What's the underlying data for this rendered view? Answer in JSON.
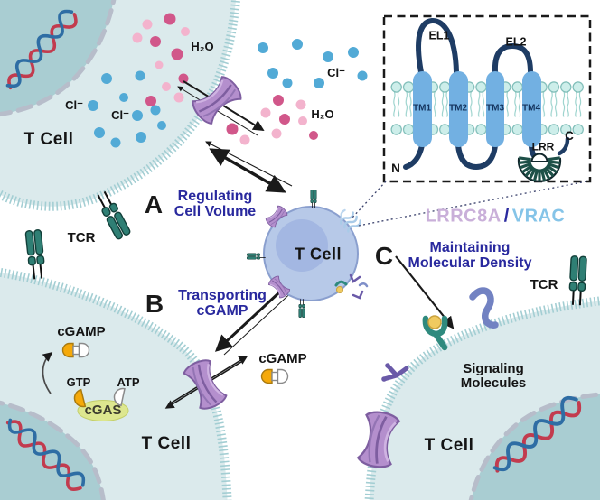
{
  "panels": {
    "a": {
      "letter": "A",
      "line1": "Regulating",
      "line2": "Cell Volume"
    },
    "b": {
      "letter": "B",
      "line1": "Transporting",
      "line2": "cGAMP"
    },
    "c": {
      "letter": "C",
      "line1": "Maintaining",
      "line2": "Molecular Density"
    }
  },
  "complex": {
    "protein": "LRRC8A",
    "slash": "/",
    "channel": "VRAC"
  },
  "cells": {
    "top_left": {
      "name": "T Cell",
      "cl_a": "Cl⁻",
      "cl_b": "Cl⁻",
      "h2o": "H₂O",
      "tcr": "TCR"
    },
    "extracellular": {
      "cl": "Cl⁻",
      "h2o": "H₂O"
    },
    "center": {
      "name": "T Cell"
    },
    "bottom_left": {
      "name": "T Cell",
      "cgamp": "cGAMP",
      "gtp": "GTP",
      "atp": "ATP",
      "cgas": "cGAS",
      "cgamp_out": "cGAMP"
    },
    "bottom_right": {
      "name": "T Cell",
      "tcr": "TCR",
      "sig1": "Signaling",
      "sig2": "Molecules"
    }
  },
  "inset": {
    "el1": "EL1",
    "el2": "EL2",
    "tm": [
      "TM1",
      "TM2",
      "TM3",
      "TM4"
    ],
    "lrr": "LRR",
    "n": "N",
    "c": "C"
  },
  "colors": {
    "panel_text": "#29299e",
    "lrrc8a_text": "#c9afd9",
    "vrac_text": "#85c4e8",
    "vrac_channel": "#b48fcd",
    "membrane": "#a3ced3",
    "cytoplasm": "#dbeaec",
    "nucleus": "#a9cdd2",
    "tcr": "#2f7f74",
    "cgas_body": "#dde78f",
    "capsule_orange": "#f5a90a",
    "chloride_dot": "#52aad6",
    "water_dot_dark": "#d1578a",
    "water_dot_light": "#f3b3cd",
    "center_cell": "#b7c9e8",
    "tm_helix": "#72b0e2"
  }
}
